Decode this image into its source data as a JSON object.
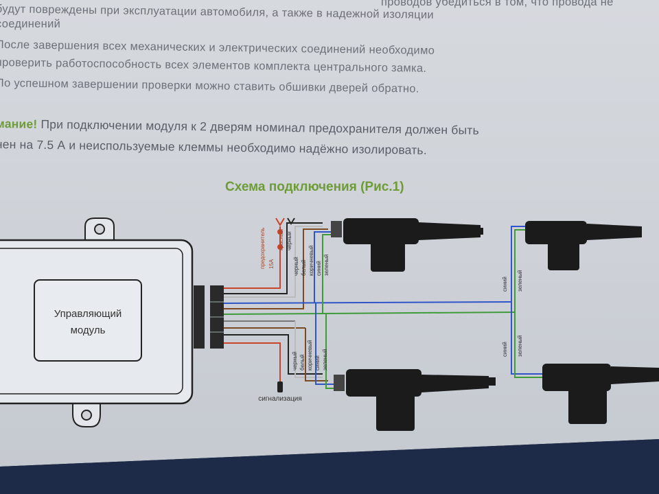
{
  "text_lines": [
    "будут повреждены при эксплуатации автомобиля, а также в надежной изоляции",
    "соединений",
    "После завершения всех механических и электрических соединений необходимо",
    "проверить работоспособность всех элементов комплекта центрального замка.",
    "По успешном завершении проверки можно ставить обшивки дверей обратно."
  ],
  "text_top_right": "проводов убедиться в том, что провода не",
  "warning": {
    "label": "мание!",
    "line1": " При подключении модуля к 2 дверям номинал предохранителя должен быть",
    "line2": "нен на 7.5 А и неиспользуемые клеммы необходимо надёжно изолировать."
  },
  "diagram": {
    "title": "Схема подключения (Рис.1)",
    "module_label_line1": "Управляющий",
    "module_label_line2": "модуль",
    "fuse_label": "предохранитель",
    "fuse_value": "15A",
    "top_wire_labels": [
      "красный",
      "черный",
      "черный",
      "белый",
      "коричневый",
      "синий",
      "зеленый"
    ],
    "bottom_wire_labels": [
      "черный",
      "белый",
      "коричневый",
      "синий",
      "зеленый"
    ],
    "right_top_labels": [
      "синий",
      "зеленый"
    ],
    "right_bottom_labels": [
      "синий",
      "зеленый"
    ],
    "alarm_label": "сигнализация"
  },
  "colors": {
    "title_green": "#6d9c37",
    "wire_blue": "#2f55c8",
    "wire_green": "#3f9a3a",
    "wire_red": "#c9442a",
    "wire_brown": "#7a4a22",
    "wire_black": "#222222",
    "wire_white": "#f4f4f4"
  }
}
